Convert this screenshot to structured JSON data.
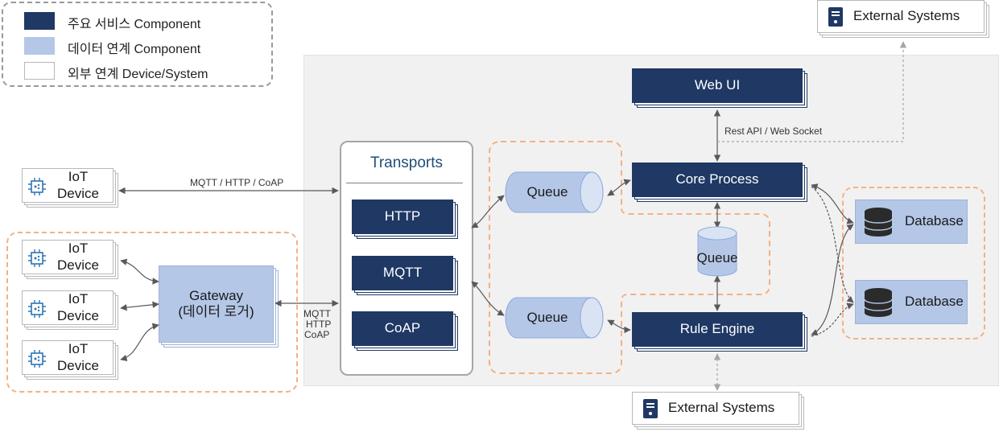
{
  "legend": {
    "items": [
      {
        "label": "주요 서비스 Component",
        "color": "#1f3864"
      },
      {
        "label": "데이터 연계 Component",
        "color": "#b4c7e7"
      },
      {
        "label": "외부 연계 Device/System",
        "color": "#ffffff"
      }
    ]
  },
  "nodes": {
    "external_top": "External Systems",
    "external_bottom": "External Systems",
    "web_ui": "Web UI",
    "core_process": "Core Process",
    "rule_engine": "Rule Engine",
    "queue_top": "Queue",
    "queue_bottom": "Queue",
    "queue_center": "Queue",
    "database_top": "Database",
    "database_bottom": "Database",
    "transports_title": "Transports",
    "http": "HTTP",
    "mqtt": "MQTT",
    "coap": "CoAP",
    "gateway_line1": "Gateway",
    "gateway_line2": "(데이터 로거)",
    "iot_line1": "IoT",
    "iot_line2": "Device"
  },
  "edges": {
    "rest_api": "Rest API / Web Socket",
    "iot_protocols": "MQTT / HTTP / CoAP",
    "gw_mqtt": "MQTT",
    "gw_http": "HTTP",
    "gw_coap": "CoAP"
  },
  "colors": {
    "main_service": "#1f3864",
    "data_link": "#b4c7e7",
    "group_dash": "#f4b183",
    "arrow": "#595959"
  }
}
